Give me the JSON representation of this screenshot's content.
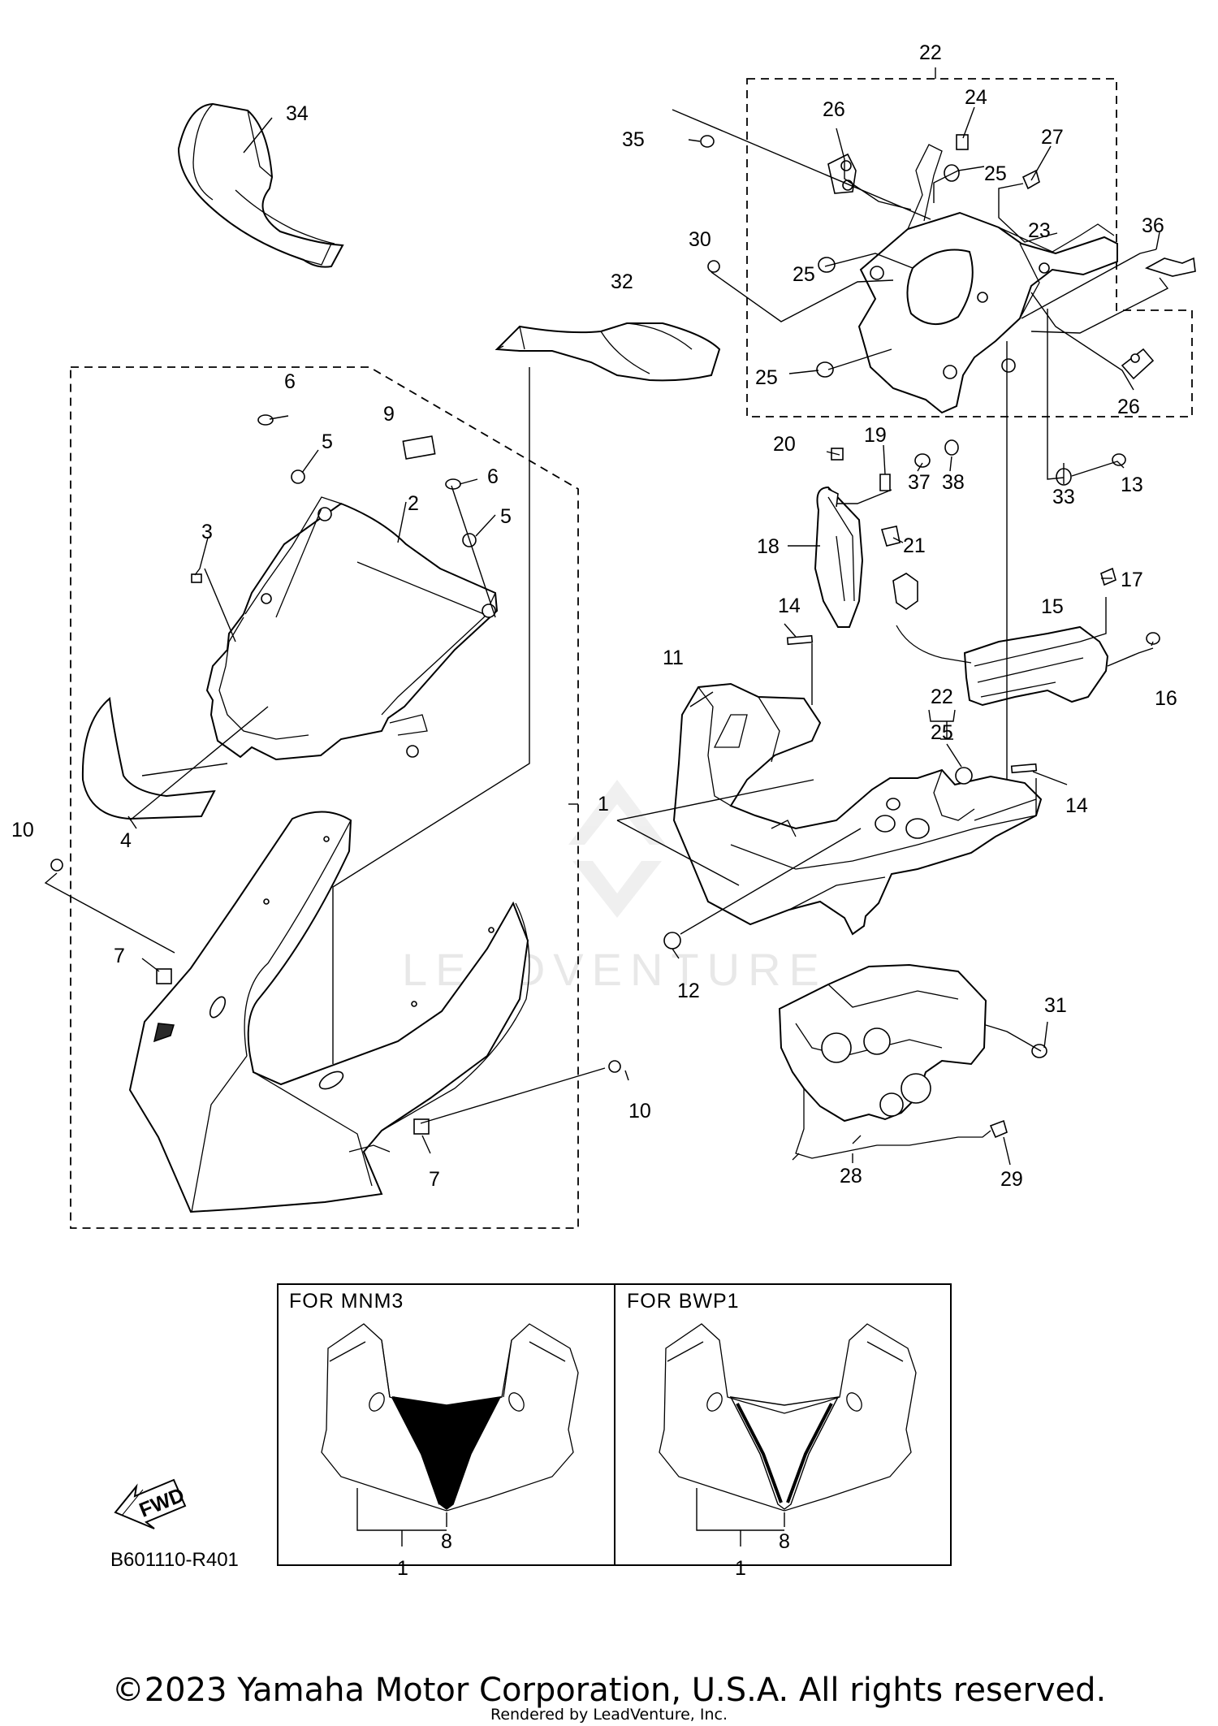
{
  "diagram": {
    "parts": {
      "p1": "1",
      "p2": "2",
      "p3": "3",
      "p4": "4",
      "p5": "5",
      "p6": "6",
      "p7": "7",
      "p8": "8",
      "p9": "9",
      "p10": "10",
      "p11": "11",
      "p12": "12",
      "p13": "13",
      "p14": "14",
      "p15": "15",
      "p16": "16",
      "p17": "17",
      "p18": "18",
      "p19": "19",
      "p20": "20",
      "p21": "21",
      "p22": "22",
      "p23": "23",
      "p24": "24",
      "p25": "25",
      "p26": "26",
      "p27": "27",
      "p28": "28",
      "p29": "29",
      "p30": "30",
      "p31": "31",
      "p32": "32",
      "p33": "33",
      "p34": "34",
      "p35": "35",
      "p36": "36",
      "p37": "37",
      "p38": "38"
    },
    "variants": [
      {
        "title": "FOR  MNM3",
        "part_8": "8",
        "part_1": "1"
      },
      {
        "title": "FOR  BWP1",
        "part_8": "8",
        "part_1": "1"
      }
    ],
    "fwd_label": "FWD",
    "drawing_code": "B601110-R401",
    "watermark": "LEADVENTURE"
  },
  "footer": {
    "copyright": "©2023 Yamaha Motor Corporation, U.S.A. All rights reserved.",
    "rendered_by": "Rendered by LeadVenture, Inc."
  }
}
